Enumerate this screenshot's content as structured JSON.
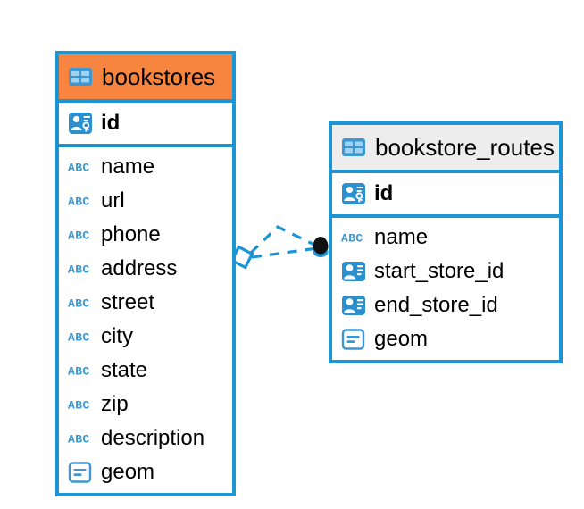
{
  "diagram": {
    "type": "er-diagram",
    "background_color": "#FFFFFF",
    "accent_color": "#1C95D4",
    "highlight_color": "#F8853F",
    "neutral_header_color": "#EDEDED"
  },
  "entities": [
    {
      "name": "bookstores",
      "header_style": "orange",
      "primary_key": {
        "label": "id",
        "icon": "primary-key-icon"
      },
      "columns": [
        {
          "label": "name",
          "icon": "text-column-icon"
        },
        {
          "label": "url",
          "icon": "text-column-icon"
        },
        {
          "label": "phone",
          "icon": "text-column-icon"
        },
        {
          "label": "address",
          "icon": "text-column-icon"
        },
        {
          "label": "street",
          "icon": "text-column-icon"
        },
        {
          "label": "city",
          "icon": "text-column-icon"
        },
        {
          "label": "state",
          "icon": "text-column-icon"
        },
        {
          "label": "zip",
          "icon": "text-column-icon"
        },
        {
          "label": "description",
          "icon": "text-column-icon"
        },
        {
          "label": "geom",
          "icon": "geometry-column-icon"
        }
      ]
    },
    {
      "name": "bookstore_routes",
      "header_style": "grey",
      "primary_key": {
        "label": "id",
        "icon": "primary-key-icon"
      },
      "columns": [
        {
          "label": "name",
          "icon": "text-column-icon"
        },
        {
          "label": "start_store_id",
          "icon": "foreign-key-icon"
        },
        {
          "label": "end_store_id",
          "icon": "foreign-key-icon"
        },
        {
          "label": "geom",
          "icon": "geometry-column-icon"
        }
      ]
    }
  ],
  "relationship": {
    "source_entity": "bookstores",
    "target_entity": "bookstore_routes",
    "line_style": "dashed",
    "line_color": "#1C95D4",
    "source_marker": "open-diamond",
    "target_marker": "filled-circle"
  }
}
